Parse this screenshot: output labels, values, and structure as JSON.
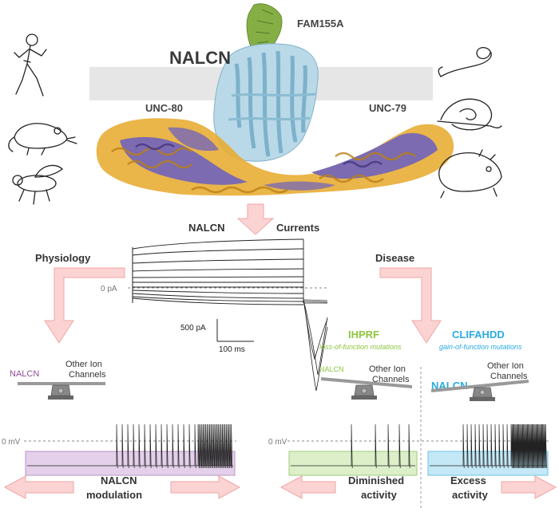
{
  "structure": {
    "title": "NALCN",
    "fam": "FAM155A",
    "unc80": "UNC-80",
    "unc79": "UNC-79"
  },
  "currents": {
    "label_left": "NALCN",
    "label_right": "Currents",
    "zero_label": "0 pA",
    "scale_y": "500 pA",
    "scale_x": "100 ms"
  },
  "physiology": {
    "title": "Physiology",
    "nalcn": "NALCN",
    "other_line1": "Other Ion",
    "other_line2": "Channels"
  },
  "disease": {
    "title": "Disease",
    "ihprf": {
      "name": "IHPRF",
      "desc": "loss-of-function mutations",
      "nalcn": "NALCN",
      "other_line1": "Other Ion",
      "other_line2": "Channels"
    },
    "clifahdd": {
      "name": "CLIFAHDD",
      "desc": "gain-of-function mutations",
      "nalcn": "NALCN",
      "other_line1": "Other Ion",
      "other_line2": "Channels"
    }
  },
  "traces": {
    "zero_mv": "0 mV"
  },
  "bottom": {
    "mod_line1": "NALCN",
    "mod_line2": "modulation",
    "dim_line1": "Diminished",
    "dim_line2": "activity",
    "exc_line1": "Excess",
    "exc_line2": "activity"
  },
  "colors": {
    "arrow_fill": "#fbd3d3",
    "arrow_stroke": "#f2a6a6",
    "membrane": "#e6e6e6",
    "protein_blue": "#9cc7dc",
    "unc_gold": "#e8ad35",
    "unc_purple": "#7c6bb0",
    "fam_green": "#7faa3a",
    "physiology_nalcn": "#8e4f9a",
    "physiology_band": "#e4d0ea",
    "ihprf": "#8dc63f",
    "ihprf_band": "#dcefc9",
    "clifahdd": "#29abe2",
    "clifahdd_band": "#c4e8f6"
  },
  "icons": [
    "runner-icon",
    "mouse-icon",
    "fly-icon",
    "worm-icon",
    "snail-icon",
    "rodent-icon"
  ]
}
